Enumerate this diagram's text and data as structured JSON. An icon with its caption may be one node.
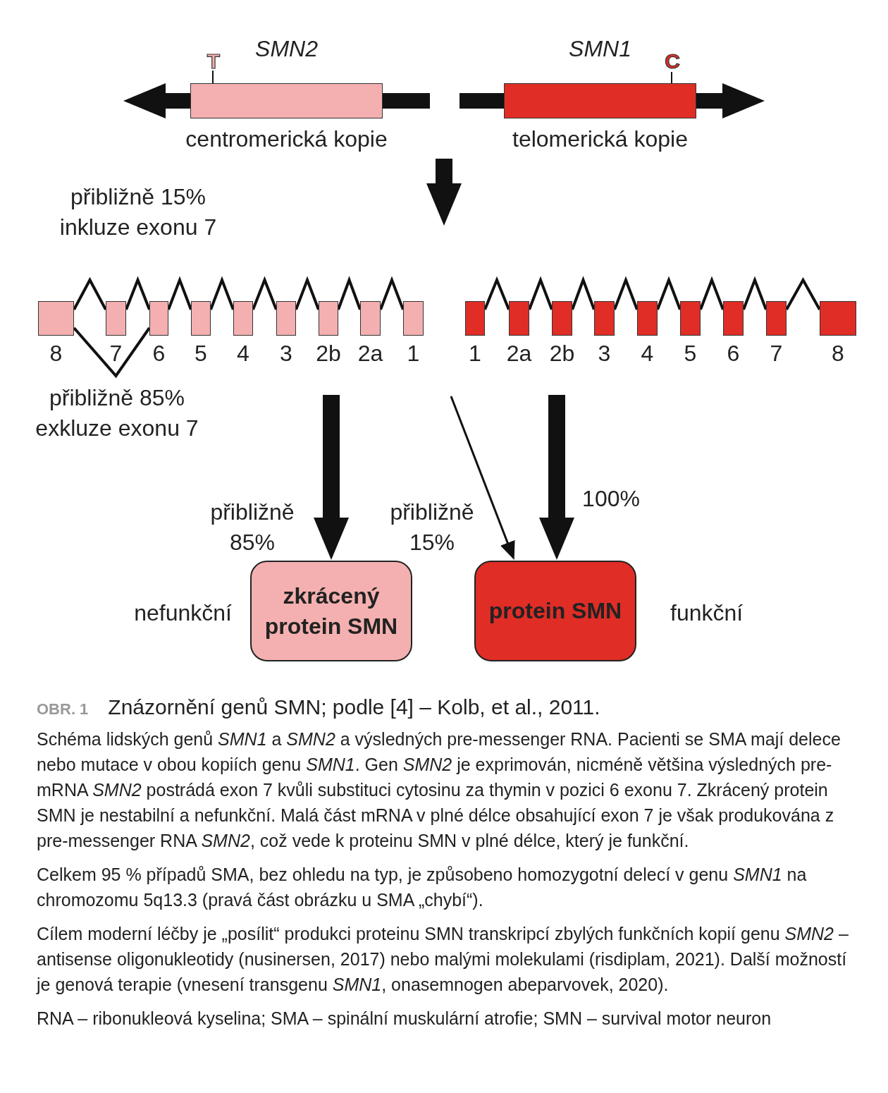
{
  "diagram": {
    "title": "Znázornění genů SMN; podle [4] – Kolb, et al., 2011.",
    "nodes": [
      {
        "text": [
          "SMN2"
        ],
        "beside": [
          "T",
          "centromerická kopie"
        ]
      },
      {
        "text": [
          "SMN1"
        ],
        "beside": [
          "C",
          "telomerická kopie"
        ]
      },
      {
        "text": [
          "8"
        ]
      },
      {
        "text": [
          "7"
        ]
      },
      {
        "text": [
          "6"
        ]
      },
      {
        "text": [
          "5"
        ]
      },
      {
        "text": [
          "4"
        ]
      },
      {
        "text": [
          "3"
        ]
      },
      {
        "text": [
          "2b"
        ]
      },
      {
        "text": [
          "2a"
        ]
      },
      {
        "text": [
          "1"
        ]
      },
      {
        "text": [
          "1"
        ]
      },
      {
        "text": [
          "2a"
        ]
      },
      {
        "text": [
          "2b"
        ]
      },
      {
        "text": [
          "3"
        ]
      },
      {
        "text": [
          "4"
        ]
      },
      {
        "text": [
          "5"
        ]
      },
      {
        "text": [
          "6"
        ]
      },
      {
        "text": [
          "7"
        ]
      },
      {
        "text": [
          "8"
        ]
      },
      {
        "text": [
          "zkrácený protein SMN"
        ],
        "beside": [
          "nefunkční"
        ]
      },
      {
        "text": [
          "protein SMN"
        ],
        "beside": [
          "funkční"
        ]
      }
    ],
    "edges": [
      {
        "from": 2,
        "to": 3,
        "arrow": "none"
      },
      {
        "from": 3,
        "to": 4,
        "arrow": "none"
      },
      {
        "from": 4,
        "to": 5,
        "arrow": "none"
      },
      {
        "from": 5,
        "to": 6,
        "arrow": "none"
      },
      {
        "from": 6,
        "to": 7,
        "arrow": "none"
      },
      {
        "from": 7,
        "to": 8,
        "arrow": "none"
      },
      {
        "from": 8,
        "to": 9,
        "arrow": "none"
      },
      {
        "from": 9,
        "to": 10,
        "arrow": "none"
      },
      {
        "from": 2,
        "to": 4,
        "arrow": "none"
      },
      {
        "from": 11,
        "to": 12,
        "arrow": "none"
      },
      {
        "from": 12,
        "to": 13,
        "arrow": "none"
      },
      {
        "from": 13,
        "to": 14,
        "arrow": "none"
      },
      {
        "from": 14,
        "to": 15,
        "arrow": "none"
      },
      {
        "from": 15,
        "to": 16,
        "arrow": "none"
      },
      {
        "from": 16,
        "to": 17,
        "arrow": "none"
      },
      {
        "from": 17,
        "to": 18,
        "arrow": "none"
      },
      {
        "from": 18,
        "to": 19,
        "arrow": "none"
      },
      {
        "from": null,
        "to": 20,
        "arrow": "to",
        "label": "přibližně 85%",
        "style": "thick"
      },
      {
        "from": null,
        "to": 21,
        "arrow": "to",
        "label": "přibližně 15%"
      },
      {
        "from": null,
        "to": 21,
        "arrow": "to",
        "label": "100%",
        "style": "thick"
      }
    ],
    "labels": [
      "přibližně 15% inkluze exonu 7",
      "přibližně 85% exkluze exonu 7",
      "OBR. 1",
      "Schéma lidských genů *SMN1* a *SMN2* a výsledných pre-messenger RNA. Pacienti se SMA mají delece nebo mutace v obou kopiích genu *SMN1*. Gen *SMN2* je exprimován, nicméně většina výsledných pre-mRNA *SMN2* postrádá exon 7 kvůli substituci cytosinu za thymin v pozici 6 exonu 7. Zkrácený protein SMN je nestabilní a nefunkční. Malá část mRNA v plné délce obsahující exon 7 je však produkována z pre-messenger RNA *SMN2*, což vede k proteinu SMN v plné délce, který je funkční.",
      "Celkem 95 % případů SMA, bez ohledu na typ, je způsobeno homozygotní delecí v genu *SMN1* na chromozomu 5q13.3 (pravá část obrázku u SMA „chybí“).",
      "Cílem moderní léčby je „posílit“ produkci proteinu SMN transkripcí zbylých funkčních kopií genu *SMN2* – antisense oligonukleotidy (nusinersen, 2017) nebo malými molekulami (risdiplam, 2021). Další možností je genová terapie (vnesení transgenu *SMN1*, onasemnogen abeparvovek, 2020).",
      "RNA – ribonukleová kyselina; SMA – spinální muskulární atrofie; SMN – survival motor neuron"
    ]
  }
}
